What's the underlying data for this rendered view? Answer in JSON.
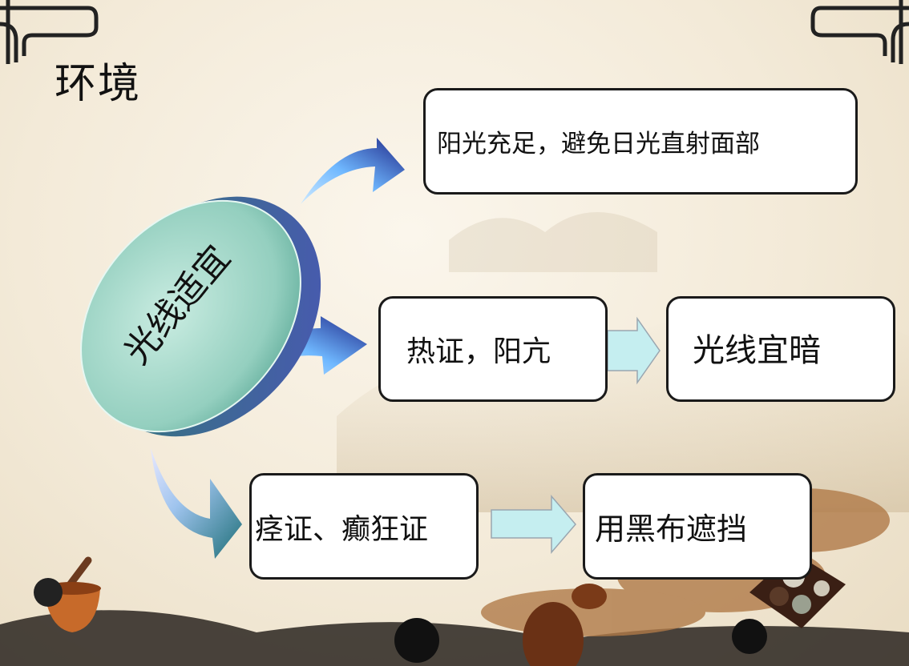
{
  "slide": {
    "title": "环境",
    "center_label": "光线适宜",
    "boxes": {
      "sunlight": "阳光充足，避免日光直射面部",
      "heat": "热证，阳亢",
      "dim_light": "光线宜暗",
      "convulsion": "痉证、癫狂证",
      "black_cloth": "用黑布遮挡"
    }
  },
  "colors": {
    "disc_top": "#9fd6c6",
    "disc_side": "#3c8f7c",
    "arrow_light": "#8fd0ff",
    "arrow_dark": "#2a2f9a",
    "connector_fill": "#c5eef0"
  }
}
